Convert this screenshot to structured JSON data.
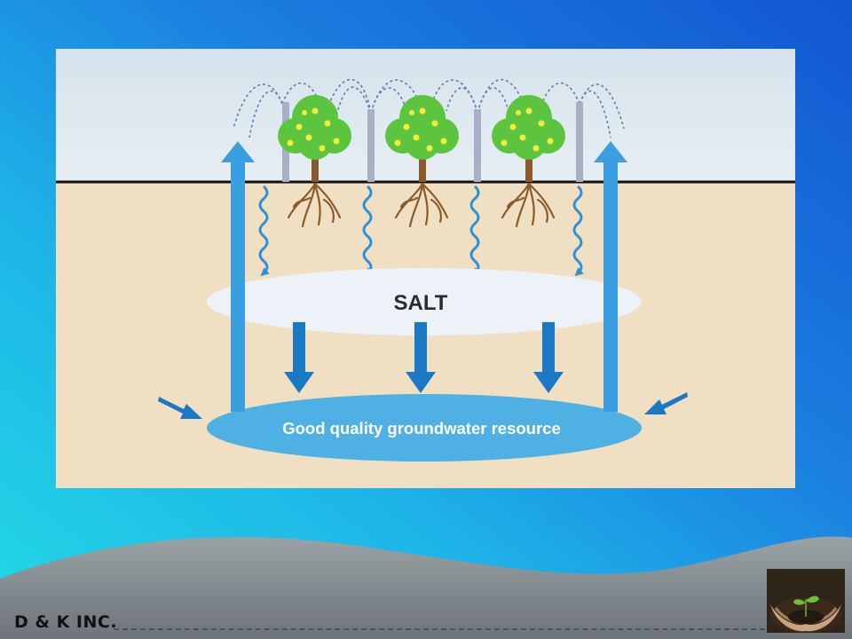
{
  "diagram": {
    "salt_label": "SALT",
    "aquifer_label": "Good quality groundwater resource"
  },
  "footer": {
    "company": "D & K INC.",
    "logo": "hands-holding-seedling-icon"
  },
  "colors": {
    "background_blue": "#1565d8",
    "background_cyan": "#21d3e6",
    "sky": "#dbe6ee",
    "soil": "#f1dfc3",
    "arrow_blue": "#2e90d6",
    "salt_layer": "#ecf2f7",
    "aquifer": "#4fb0e4",
    "foliage": "#5cc43e",
    "fruit": "#f4ec3c"
  }
}
